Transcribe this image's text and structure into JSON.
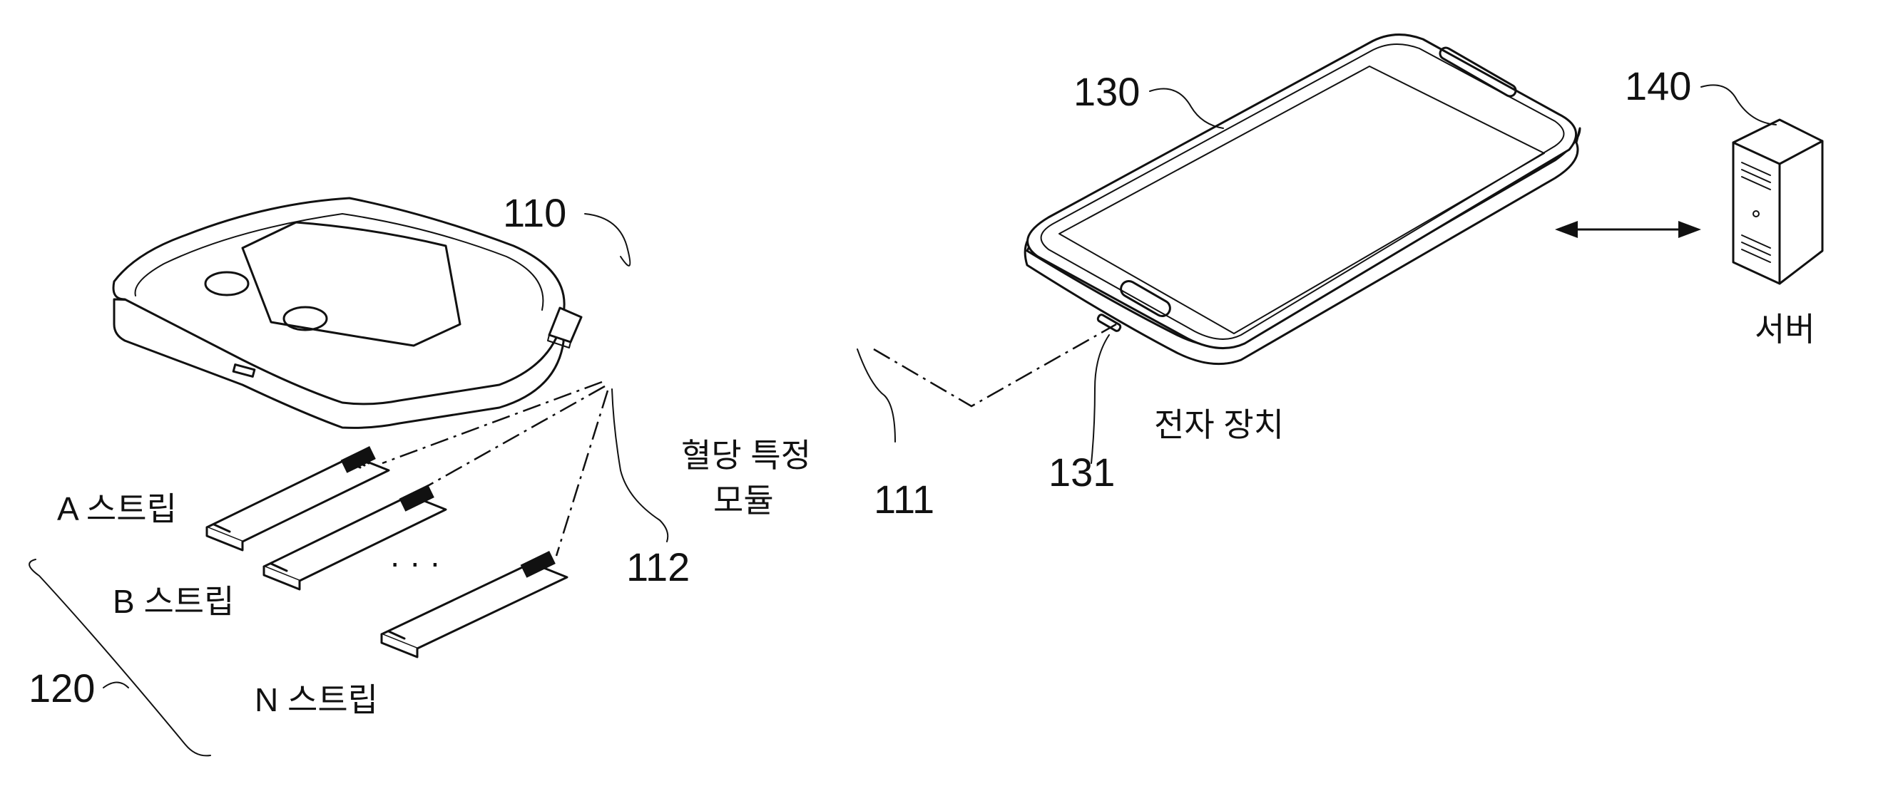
{
  "refs": {
    "meter": "110",
    "meter_port_right": "111",
    "meter_port_strip": "112",
    "strips": "120",
    "device": "130",
    "device_port": "131",
    "server": "140"
  },
  "labels": {
    "meter_line1": "혈당 특정",
    "meter_line2": "모듈",
    "device": "전자 장치",
    "server": "서버",
    "strip_a": "A 스트립",
    "strip_b": "B 스트립",
    "strip_n": "N 스트립",
    "ellipsis": "· · ·"
  },
  "icons": {
    "meter": "glucose-meter-icon",
    "phone": "smartphone-icon",
    "server": "server-tower-icon",
    "arrow": "double-arrow-icon"
  }
}
